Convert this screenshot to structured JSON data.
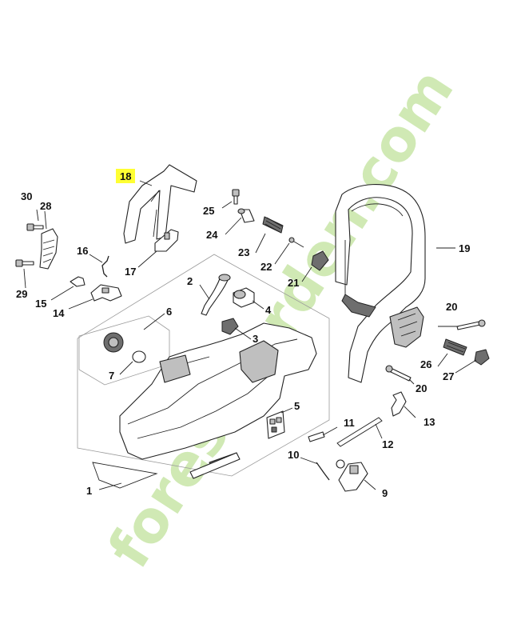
{
  "watermark": {
    "text": "forestgarden.com"
  },
  "highlight_color": "#ffff33",
  "labels": {
    "p1": "1",
    "p2": "2",
    "p3": "3",
    "p4": "4",
    "p5": "5",
    "p6": "6",
    "p7": "7",
    "p9": "9",
    "p10": "10",
    "p11": "11",
    "p12": "12",
    "p13": "13",
    "p14": "14",
    "p15": "15",
    "p16": "16",
    "p17": "17",
    "p18": "18",
    "p19": "19",
    "p20a": "20",
    "p20b": "20",
    "p21": "21",
    "p22": "22",
    "p23": "23",
    "p24": "24",
    "p25": "25",
    "p26": "26",
    "p27": "27",
    "p28": "28",
    "p29": "29",
    "p30": "30"
  }
}
